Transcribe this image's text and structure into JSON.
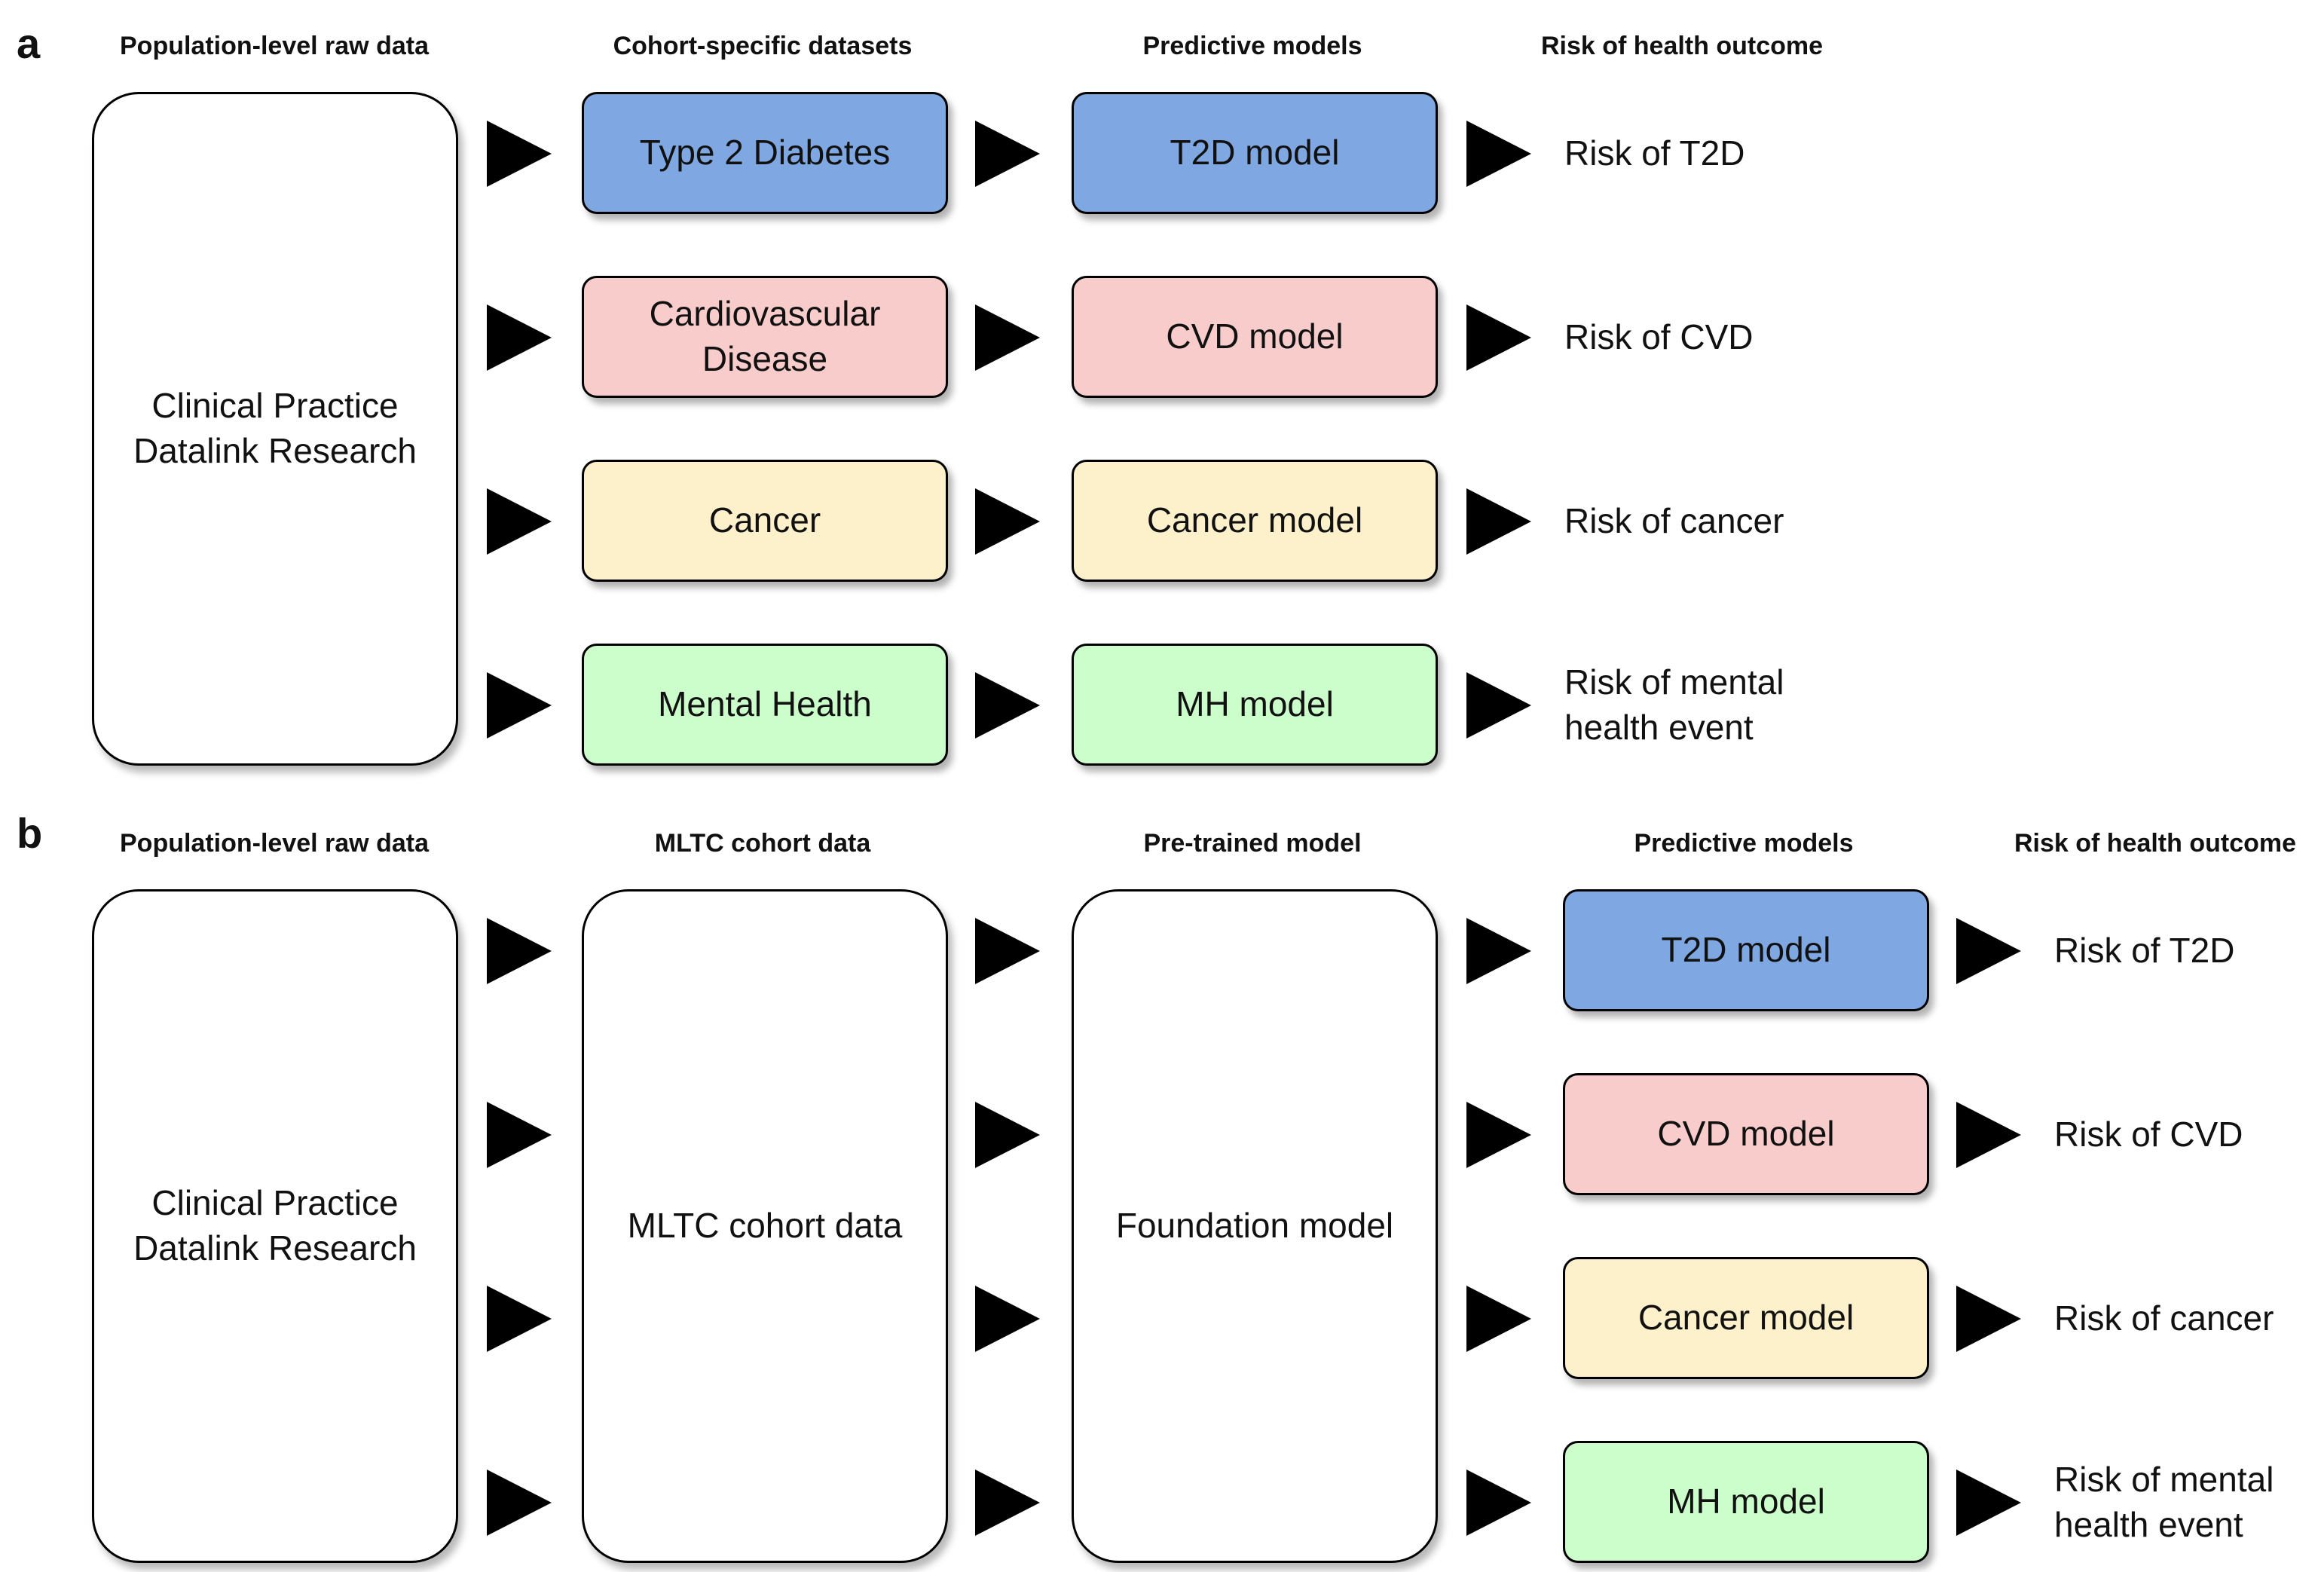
{
  "colors": {
    "t2d": "#7fa7e1",
    "cvd": "#f7cccb",
    "cancer": "#fdf1cc",
    "mh": "#ccfecc"
  },
  "panel_a": {
    "letter": "a",
    "headers": {
      "raw": "Population-level raw data",
      "cohort": "Cohort-specific datasets",
      "models": "Predictive models",
      "risk": "Risk of health outcome"
    },
    "source_box": "Clinical Practice Datalink Research",
    "datasets": [
      "Type 2 Diabetes",
      "Cardiovascular Disease",
      "Cancer",
      "Mental Health"
    ],
    "models": [
      "T2D model",
      "CVD model",
      "Cancer model",
      "MH model"
    ],
    "risks": [
      "Risk of T2D",
      "Risk of CVD",
      "Risk of cancer",
      "Risk of mental health event"
    ]
  },
  "panel_b": {
    "letter": "b",
    "headers": {
      "raw": "Population-level raw data",
      "cohort": "MLTC cohort data",
      "pretrained": "Pre-trained model",
      "models": "Predictive models",
      "risk": "Risk of health outcome"
    },
    "source_box": "Clinical Practice Datalink Research",
    "cohort_box": "MLTC cohort data",
    "foundation_box": "Foundation model",
    "models": [
      "T2D model",
      "CVD model",
      "Cancer model",
      "MH model"
    ],
    "risks": [
      "Risk of T2D",
      "Risk of CVD",
      "Risk of cancer",
      "Risk of mental health event"
    ]
  }
}
